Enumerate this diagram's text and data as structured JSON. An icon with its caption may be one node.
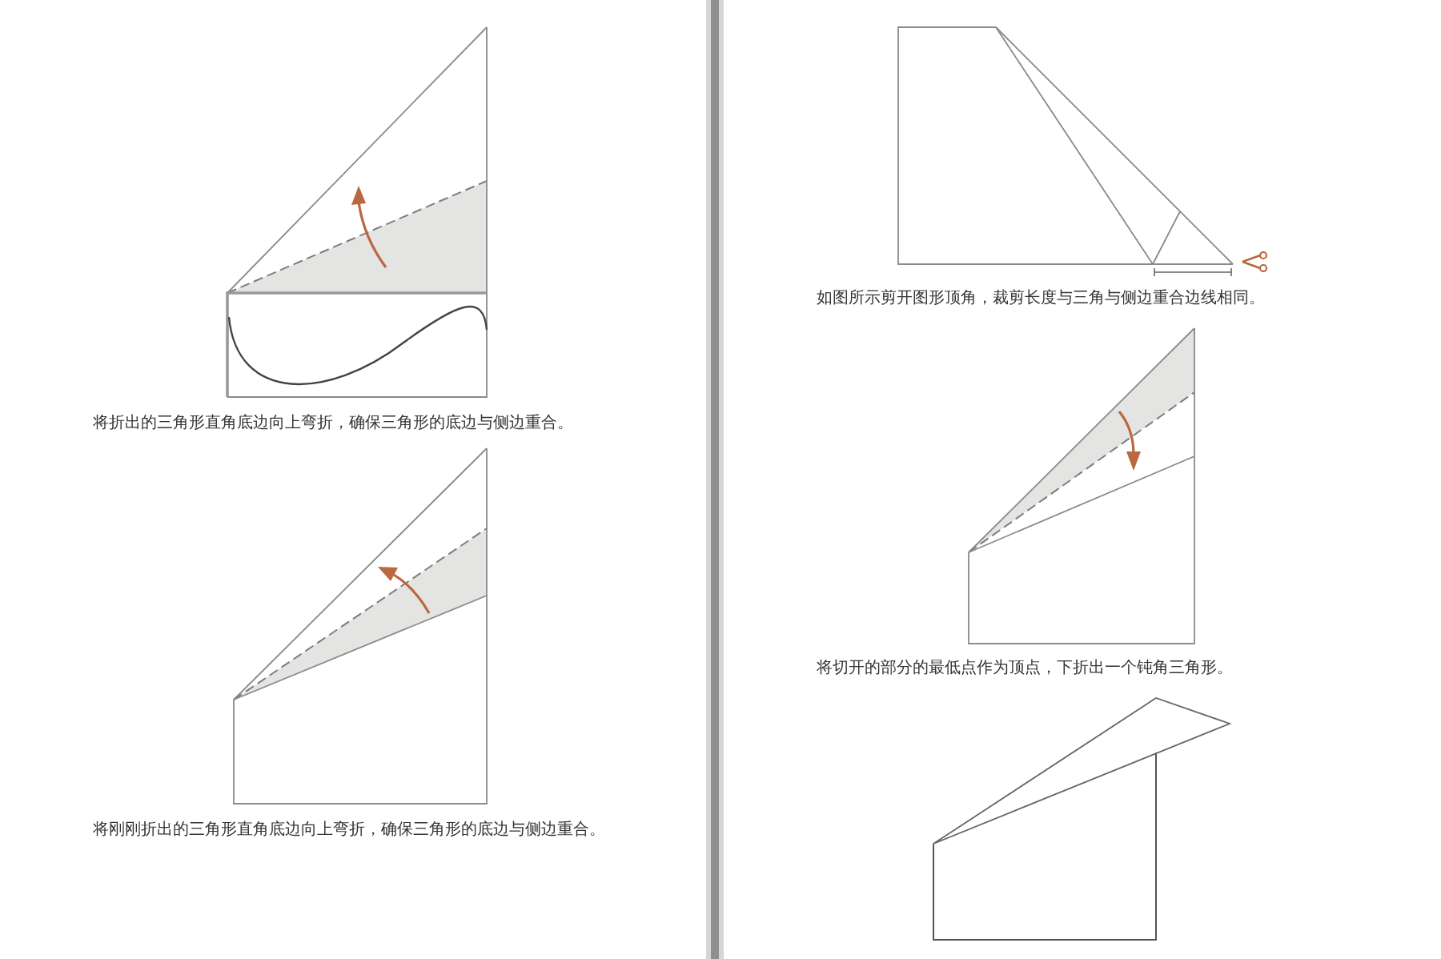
{
  "diagram": {
    "labels": [
      "将折出的三角形直角底边向上弯折，确保三角形的底边与侧边重合。",
      "将刚刚折出的三角形直角底边向上弯折，确保三角形的底边与侧边重合。",
      "如图所示剪开图形顶角，裁剪长度与三角与侧边重合边线相同。",
      "将切开的部分的最低点作为顶点，下折出一个钝角三角形。"
    ]
  }
}
